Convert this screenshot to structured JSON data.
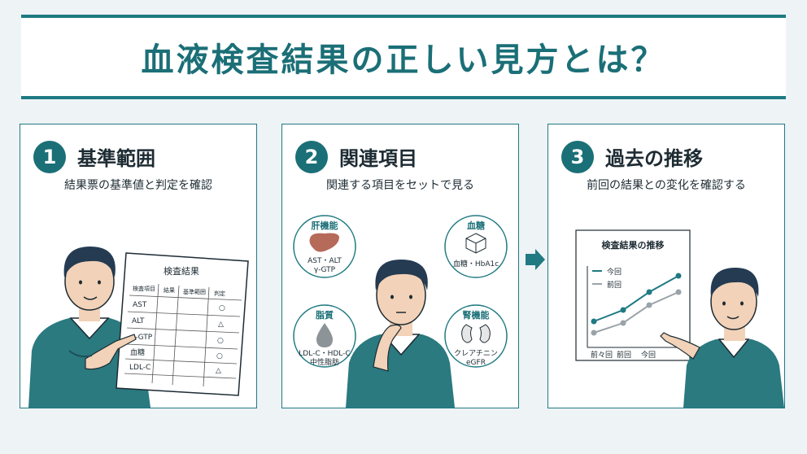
{
  "title": "血液検査結果の正しい見方とは？",
  "panels": [
    {
      "num": "1",
      "title": "基準範囲",
      "subtitle": "結果票の基準値と判定を確認"
    },
    {
      "num": "2",
      "title": "関連項目",
      "subtitle": "関連する項目をセットで見る"
    },
    {
      "num": "3",
      "title": "過去の推移",
      "subtitle": "前回の結果との変化を確認する"
    }
  ],
  "report": {
    "heading": "検査結果",
    "columns": [
      "検査項目",
      "結果",
      "基準範囲",
      "判定"
    ],
    "rows": [
      {
        "item": "AST",
        "judge": "○"
      },
      {
        "item": "ALT",
        "judge": "△"
      },
      {
        "item": "γ-GTP",
        "judge": "○"
      },
      {
        "item": "血糖",
        "judge": "○"
      },
      {
        "item": "LDL-C",
        "judge": "△"
      }
    ]
  },
  "related": [
    {
      "title": "肝機能",
      "icon": "liver-icon",
      "label1": "AST・ALT",
      "label2": "γ-GTP"
    },
    {
      "title": "血糖",
      "icon": "cube-icon",
      "label1": "血糖・HbA1c",
      "label2": ""
    },
    {
      "title": "脂質",
      "icon": "droplet-icon",
      "label1": "LDL-C・HDL-C",
      "label2": "中性脂肪"
    },
    {
      "title": "腎機能",
      "icon": "kidney-icon",
      "label1": "クレアチニン",
      "label2": "eGFR"
    }
  ],
  "trend": {
    "title": "検査結果の推移",
    "legend_current": "今回",
    "legend_previous": "前回",
    "x_labels": [
      "前々回",
      "前回",
      "今回"
    ]
  },
  "colors": {
    "accent": "#1b6f77",
    "current_line": "#1f7a82",
    "previous_line": "#9aa3a8"
  }
}
